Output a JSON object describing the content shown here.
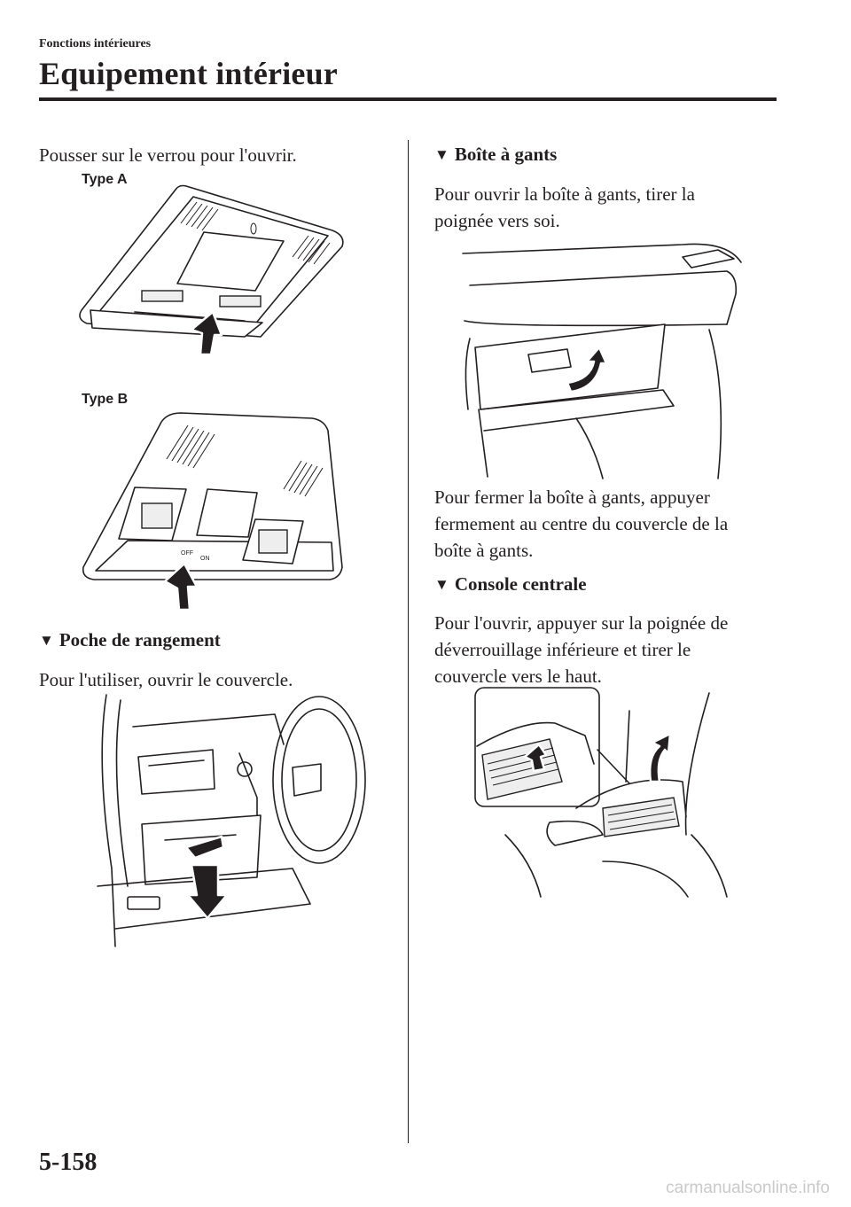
{
  "header": {
    "section": "Fonctions intérieures",
    "title": "Equipement intérieur"
  },
  "left": {
    "intro": "Pousser sur le verrou pour l'ouvrir.",
    "type_a": "Type A",
    "type_b": "Type B",
    "storage_heading": "Poche de rangement",
    "storage_text": "Pour l'utiliser, ouvrir le couvercle."
  },
  "right": {
    "glovebox_heading": "Boîte à gants",
    "glovebox_open_1": "Pour ouvrir la boîte à gants, tirer la",
    "glovebox_open_2": "poignée vers soi.",
    "glovebox_close_1": "Pour fermer la boîte à gants, appuyer",
    "glovebox_close_2": "fermement au centre du couvercle de la",
    "glovebox_close_3": "boîte à gants.",
    "console_heading": "Console centrale",
    "console_text_1": "Pour l'ouvrir, appuyer sur la poignée de",
    "console_text_2": "déverrouillage inférieure et tirer le",
    "console_text_3": "couvercle vers le haut."
  },
  "illustration_labels": {
    "off": "OFF",
    "on": "ON"
  },
  "footer": {
    "page_number": "5-158",
    "watermark": "carmanualsonline.info"
  }
}
